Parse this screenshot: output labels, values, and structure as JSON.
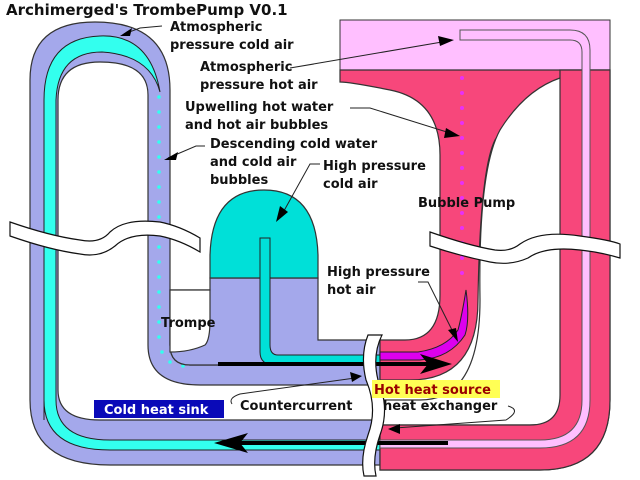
{
  "title": "Archimerged's TrombePump V0.1",
  "labels": {
    "atm_cold_air": [
      "Atmospheric",
      "pressure cold air"
    ],
    "atm_hot_air": [
      "Atmospheric",
      "pressure hot air"
    ],
    "upwelling": [
      "Upwelling hot water",
      "and hot air bubbles"
    ],
    "descending": [
      "Descending cold water",
      "and cold air",
      "bubbles"
    ],
    "hp_cold_air": [
      "High pressure",
      "cold air"
    ],
    "bubble_pump": "Bubble Pump",
    "hp_hot_air": [
      "High pressure",
      "hot air"
    ],
    "trompe": "Trompe",
    "hot_source": "Hot heat source",
    "cold_sink": "Cold heat sink",
    "countercurrent": "Countercurrent",
    "heat_exchanger": "heat exchanger"
  },
  "colors": {
    "cold_water": "#a4a8eb",
    "cold_air": "#33ffee",
    "cold_air_dome": "#00e0d8",
    "hot_water": "#f7477b",
    "hot_air": "#ffbfff",
    "hot_air_hp": "#dd00ee",
    "cold_sink_bg": "#0a0ab8",
    "hot_source_bg": "#ffff55",
    "hot_source_text": "#990000"
  }
}
